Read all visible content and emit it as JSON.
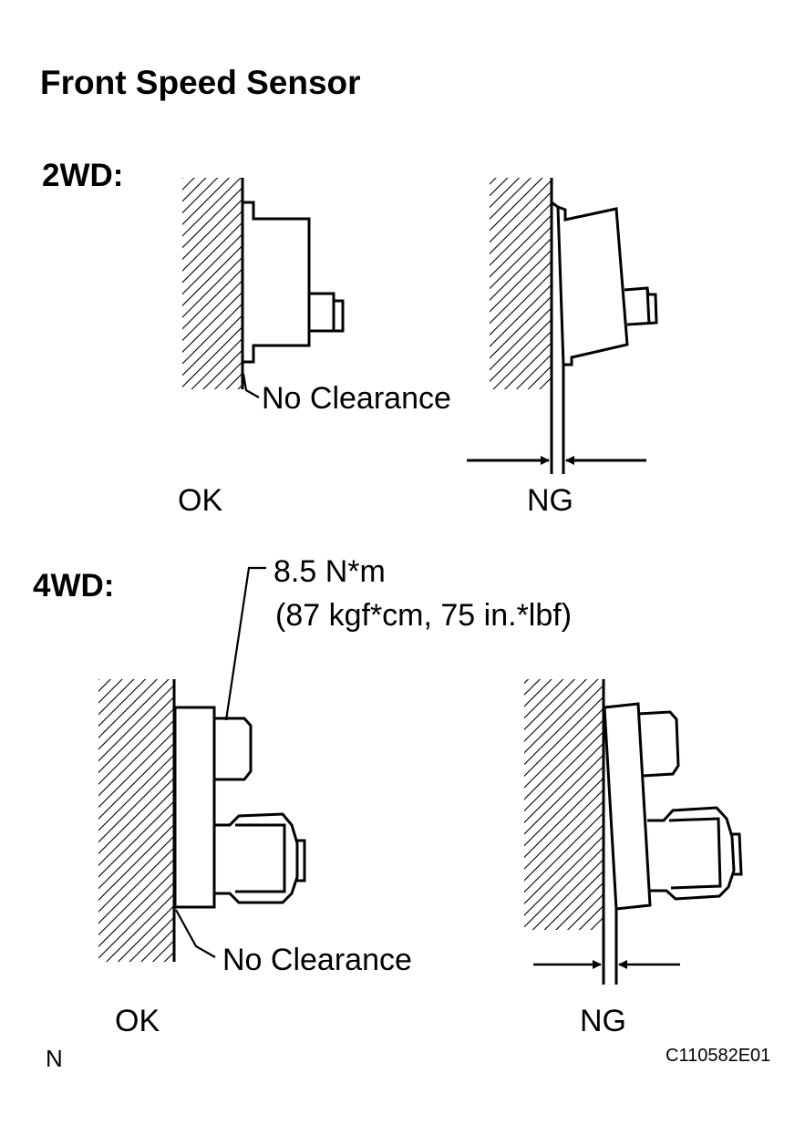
{
  "title": "Front Speed Sensor",
  "sections": {
    "twowd": {
      "label": "2WD:",
      "callout": "No Clearance",
      "ok_label": "OK",
      "ng_label": "NG"
    },
    "fourwd": {
      "label": "4WD:",
      "torque_line1": "8.5 N*m",
      "torque_line2": "(87 kgf*cm, 75 in.*lbf)",
      "callout": "No Clearance",
      "ok_label": "OK",
      "ng_label": "NG"
    }
  },
  "footer": {
    "corner_mark": "N",
    "figure_code": "C110582E01"
  }
}
